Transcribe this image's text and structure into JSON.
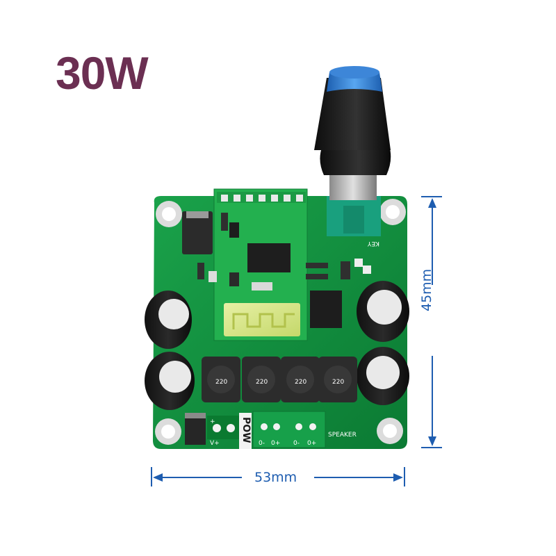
{
  "heading": "30W",
  "dimensions": {
    "width": "53mm",
    "height": "45mm"
  },
  "board_labels": {
    "speaker": "SPEAKER",
    "key": "KEY",
    "pow": "POW",
    "v_plus": "V+",
    "plus_sign": "+",
    "speaker_pins": [
      "0-",
      "0+",
      "0-",
      "0+"
    ],
    "inductor_value": "220"
  },
  "colors": {
    "heading": "#6b2f52",
    "pcb": "#0f8f3c",
    "dimension_lines": "#1e5db0",
    "knob_cap": "#1f1f1f",
    "knob_stripe": "#3d86d8"
  }
}
